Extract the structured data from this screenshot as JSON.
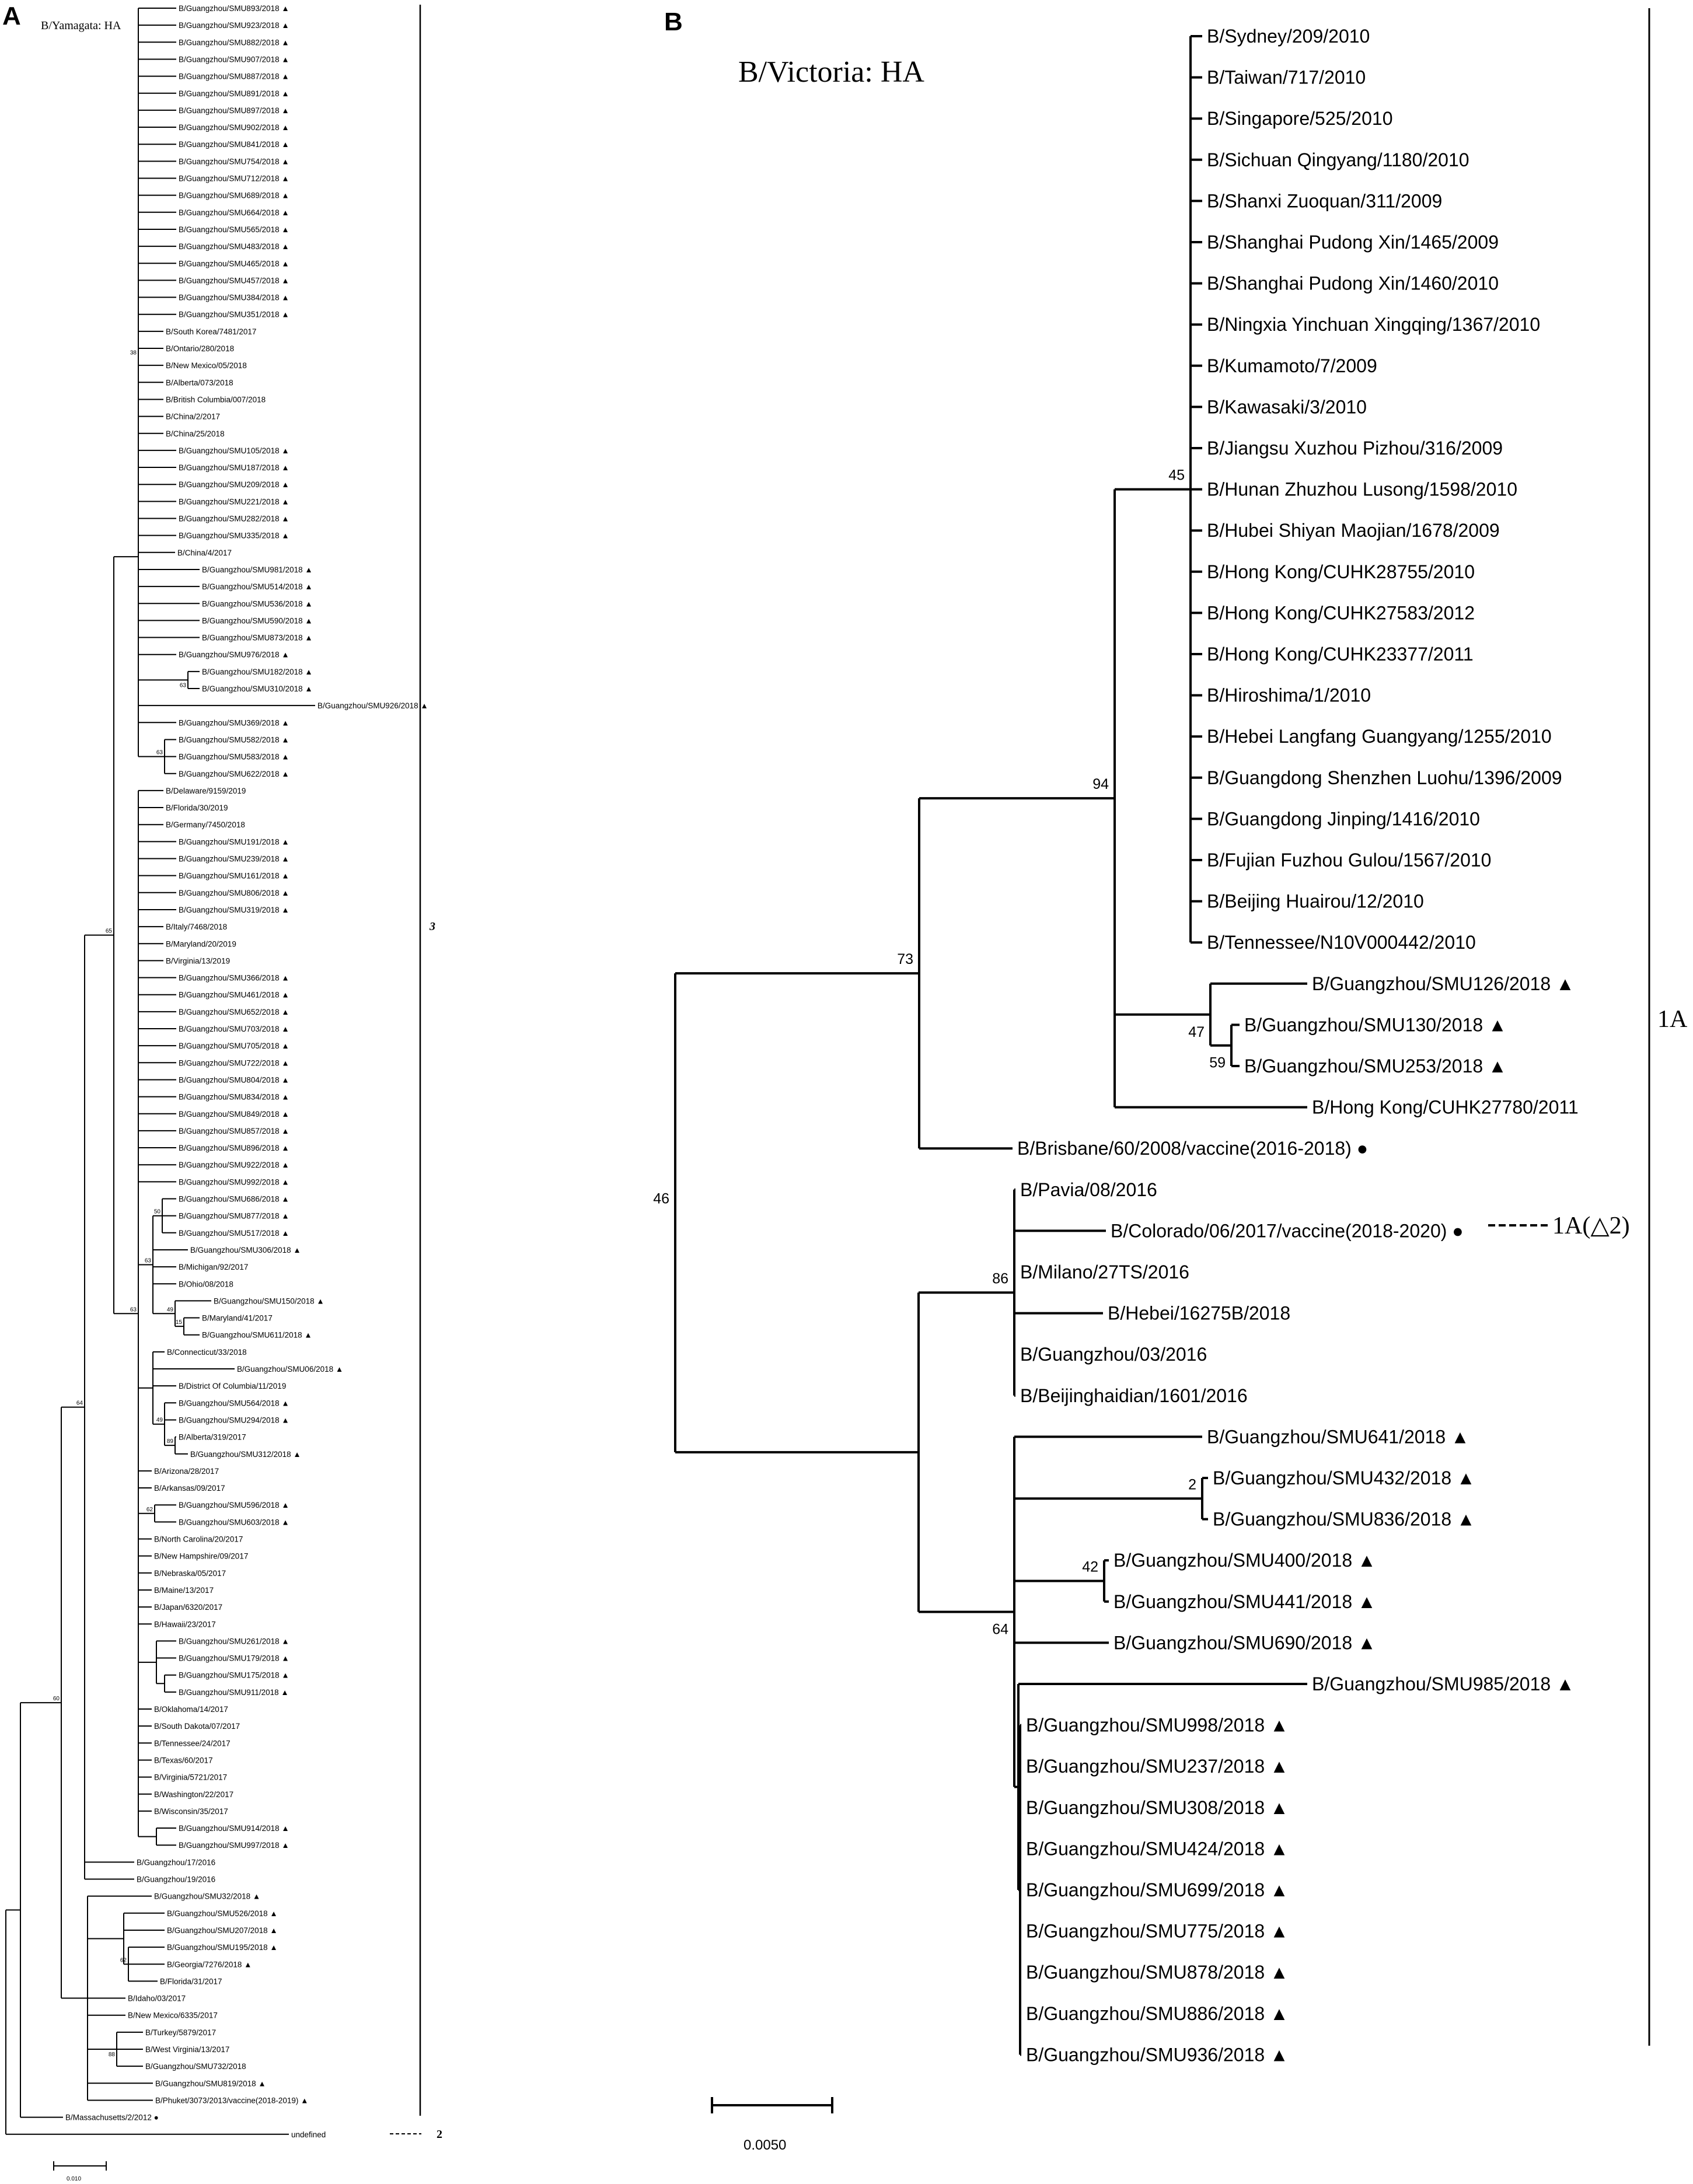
{
  "panel_a": {
    "letter": "A",
    "title": "B/Yamagata: HA",
    "leaves": [
      "B/Guangzhou/SMU893/2018",
      "B/Guangzhou/SMU923/2018",
      "B/Guangzhou/SMU882/2018",
      "B/Guangzhou/SMU907/2018",
      "B/Guangzhou/SMU887/2018",
      "B/Guangzhou/SMU891/2018",
      "B/Guangzhou/SMU897/2018",
      "B/Guangzhou/SMU902/2018",
      "B/Guangzhou/SMU841/2018",
      "B/Guangzhou/SMU754/2018",
      "B/Guangzhou/SMU712/2018",
      "B/Guangzhou/SMU689/2018",
      "B/Guangzhou/SMU664/2018",
      "B/Guangzhou/SMU565/2018",
      "B/Guangzhou/SMU483/2018",
      "B/Guangzhou/SMU465/2018",
      "B/Guangzhou/SMU457/2018",
      "B/Guangzhou/SMU384/2018",
      "B/Guangzhou/SMU351/2018",
      "B/South Korea/7481/2017",
      "B/Ontario/280/2018",
      "B/New Mexico/05/2018",
      "B/Alberta/073/2018",
      "B/British Columbia/007/2018",
      "B/China/2/2017",
      "B/China/25/2018",
      "B/Guangzhou/SMU105/2018",
      "B/Guangzhou/SMU187/2018",
      "B/Guangzhou/SMU209/2018",
      "B/Guangzhou/SMU221/2018",
      "B/Guangzhou/SMU282/2018",
      "B/Guangzhou/SMU335/2018",
      "B/China/4/2017",
      "B/Guangzhou/SMU981/2018",
      "B/Guangzhou/SMU514/2018",
      "B/Guangzhou/SMU536/2018",
      "B/Guangzhou/SMU590/2018",
      "B/Guangzhou/SMU873/2018",
      "B/Guangzhou/SMU976/2018",
      "B/Guangzhou/SMU182/2018",
      "B/Guangzhou/SMU310/2018",
      "B/Guangzhou/SMU926/2018",
      "B/Guangzhou/SMU369/2018",
      "B/Guangzhou/SMU582/2018",
      "B/Guangzhou/SMU583/2018",
      "B/Guangzhou/SMU622/2018",
      "B/Delaware/9159/2019",
      "B/Florida/30/2019",
      "B/Germany/7450/2018",
      "B/Guangzhou/SMU191/2018",
      "B/Guangzhou/SMU239/2018",
      "B/Guangzhou/SMU161/2018",
      "B/Guangzhou/SMU806/2018",
      "B/Guangzhou/SMU319/2018",
      "B/Italy/7468/2018",
      "B/Maryland/20/2019",
      "B/Virginia/13/2019",
      "B/Guangzhou/SMU366/2018",
      "B/Guangzhou/SMU461/2018",
      "B/Guangzhou/SMU652/2018",
      "B/Guangzhou/SMU703/2018",
      "B/Guangzhou/SMU705/2018",
      "B/Guangzhou/SMU722/2018",
      "B/Guangzhou/SMU804/2018",
      "B/Guangzhou/SMU834/2018",
      "B/Guangzhou/SMU849/2018",
      "B/Guangzhou/SMU857/2018",
      "B/Guangzhou/SMU896/2018",
      "B/Guangzhou/SMU922/2018",
      "B/Guangzhou/SMU992/2018",
      "B/Guangzhou/SMU686/2018",
      "B/Guangzhou/SMU877/2018",
      "B/Guangzhou/SMU517/2018",
      "B/Guangzhou/SMU306/2018",
      "B/Michigan/92/2017",
      "B/Ohio/08/2018",
      "B/Guangzhou/SMU150/2018",
      "B/Maryland/41/2017",
      "B/Guangzhou/SMU611/2018",
      "B/Connecticut/33/2018",
      "B/Guangzhou/SMU06/2018",
      "B/District Of Columbia/11/2019",
      "B/Guangzhou/SMU564/2018",
      "B/Guangzhou/SMU294/2018",
      "B/Alberta/319/2017",
      "B/Guangzhou/SMU312/2018",
      "B/Arizona/28/2017",
      "B/Arkansas/09/2017",
      "B/Guangzhou/SMU596/2018",
      "B/Guangzhou/SMU603/2018",
      "B/North Carolina/20/2017",
      "B/New Hampshire/09/2017",
      "B/Nebraska/05/2017",
      "B/Maine/13/2017",
      "B/Japan/6320/2017",
      "B/Hawaii/23/2017",
      "B/Guangzhou/SMU261/2018",
      "B/Guangzhou/SMU179/2018",
      "B/Guangzhou/SMU175/2018",
      "B/Guangzhou/SMU911/2018",
      "B/Oklahoma/14/2017",
      "B/South Dakota/07/2017",
      "B/Tennessee/24/2017",
      "B/Texas/60/2017",
      "B/Virginia/5721/2017",
      "B/Washington/22/2017",
      "B/Wisconsin/35/2017",
      "B/Guangzhou/SMU914/2018",
      "B/Guangzhou/SMU997/2018",
      "B/Guangzhou/17/2016",
      "B/Guangzhou/19/2016",
      "B/Guangzhou/SMU32/2018",
      "B/Guangzhou/SMU526/2018",
      "B/Guangzhou/SMU207/2018",
      "B/Guangzhou/SMU195/2018",
      "B/Georgia/7276/2018",
      "B/Florida/31/2017",
      "B/Idaho/03/2017",
      "B/New Mexico/6335/2017",
      "B/Turkey/5879/2017",
      "B/West Virginia/13/2017",
      "B/Guangzhou/SMU732/2018",
      "B/Guangzhou/SMU819/2018",
      "B/Phuket/3073/2013/vaccine(2018-2019)",
      "B/Massachusetts/2/2012"
    ],
    "bootstrap": [
      "60",
      "64",
      "65",
      "38",
      "63",
      "63",
      "63",
      "63",
      "50",
      "49",
      "15",
      "49",
      "89",
      "62",
      "62",
      "88",
      "60"
    ],
    "clade_labels": [
      "3",
      "2"
    ],
    "scale_label": "0.010"
  },
  "panel_b": {
    "letter": "B",
    "title": "B/Victoria: HA",
    "leaves": [
      "B/Sydney/209/2010",
      "B/Taiwan/717/2010",
      "B/Singapore/525/2010",
      "B/Sichuan Qingyang/1180/2010",
      "B/Shanxi Zuoquan/311/2009",
      "B/Shanghai Pudong Xin/1465/2009",
      "B/Shanghai Pudong Xin/1460/2010",
      "B/Ningxia Yinchuan Xingqing/1367/2010",
      "B/Kumamoto/7/2009",
      "B/Kawasaki/3/2010",
      "B/Jiangsu Xuzhou Pizhou/316/2009",
      "B/Hunan Zhuzhou Lusong/1598/2010",
      "B/Hubei Shiyan Maojian/1678/2009",
      "B/Hong Kong/CUHK28755/2010",
      "B/Hong Kong/CUHK27583/2012",
      "B/Hong Kong/CUHK23377/2011",
      "B/Hiroshima/1/2010",
      "B/Hebei Langfang Guangyang/1255/2010",
      "B/Guangdong Shenzhen Luohu/1396/2009",
      "B/Guangdong Jinping/1416/2010",
      "B/Fujian Fuzhou Gulou/1567/2010",
      "B/Beijing Huairou/12/2010",
      "B/Tennessee/N10V000442/2010",
      "B/Guangzhou/SMU126/2018",
      "B/Guangzhou/SMU130/2018",
      "B/Guangzhou/SMU253/2018",
      "B/Hong Kong/CUHK27780/2011",
      "B/Brisbane/60/2008/vaccine(2016-2018)",
      "B/Pavia/08/2016",
      "B/Colorado/06/2017/vaccine(2018-2020)",
      "B/Milano/27TS/2016",
      "B/Hebei/16275B/2018",
      "B/Guangzhou/03/2016",
      "B/Beijinghaidian/1601/2016",
      "B/Guangzhou/SMU641/2018",
      "B/Guangzhou/SMU432/2018",
      "B/Guangzhou/SMU836/2018",
      "B/Guangzhou/SMU400/2018",
      "B/Guangzhou/SMU441/2018",
      "B/Guangzhou/SMU690/2018",
      "B/Guangzhou/SMU985/2018",
      "B/Guangzhou/SMU998/2018",
      "B/Guangzhou/SMU237/2018",
      "B/Guangzhou/SMU308/2018",
      "B/Guangzhou/SMU424/2018",
      "B/Guangzhou/SMU699/2018",
      "B/Guangzhou/SMU775/2018",
      "B/Guangzhou/SMU878/2018",
      "B/Guangzhou/SMU886/2018",
      "B/Guangzhou/SMU936/2018"
    ],
    "bootstrap": [
      "46",
      "73",
      "94",
      "45",
      "47",
      "59",
      "86",
      "64",
      "2",
      "42"
    ],
    "clade_labels": [
      "1A",
      "1A(△2)"
    ],
    "scale_label": "0.0050"
  },
  "markers": {
    "triangle": "▲",
    "circle": "●"
  }
}
